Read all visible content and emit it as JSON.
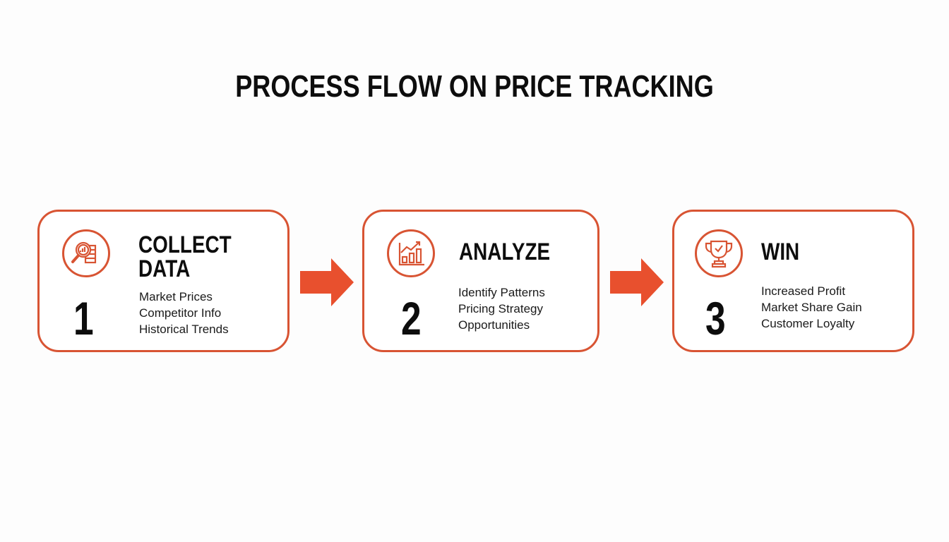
{
  "title": "PROCESS FLOW ON PRICE TRACKING",
  "colors": {
    "accent": "#d85433",
    "arrow": "#e8502e",
    "text": "#0d0d0d"
  },
  "steps": [
    {
      "number": "1",
      "heading_line1": "COLLECT",
      "heading_line2": "DATA",
      "icon": "magnifier-chart-icon",
      "items": [
        "Market Prices",
        "Competitor Info",
        "Historical Trends"
      ]
    },
    {
      "number": "2",
      "heading_line1": "ANALYZE",
      "heading_line2": "",
      "icon": "growth-chart-icon",
      "items": [
        "Identify Patterns",
        "Pricing Strategy",
        "Opportunities"
      ]
    },
    {
      "number": "3",
      "heading_line1": "WIN",
      "heading_line2": "",
      "icon": "trophy-icon",
      "items": [
        "Increased Profit",
        "Market Share Gain",
        "Customer Loyalty"
      ]
    }
  ],
  "connectors": [
    "arrow-right-icon",
    "arrow-right-icon"
  ]
}
